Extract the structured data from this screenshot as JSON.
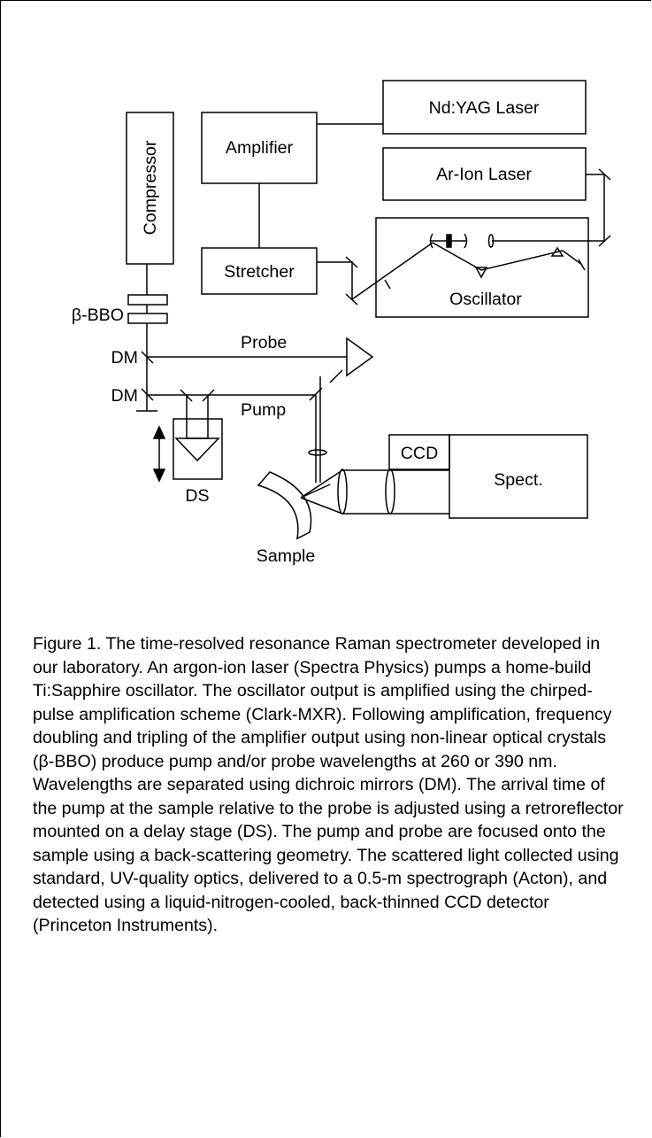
{
  "diagram": {
    "boxes": {
      "nd_yag": "Nd:YAG Laser",
      "ar_ion": "Ar-Ion Laser",
      "amplifier": "Amplifier",
      "compressor": "Compressor",
      "stretcher": "Stretcher",
      "oscillator": "Oscillator",
      "ccd": "CCD",
      "spectrograph": "Spect."
    },
    "labels": {
      "bbo": "β-BBO",
      "dm_1": "DM",
      "dm_2": "DM",
      "probe": "Probe",
      "pump": "Pump",
      "ds": "DS",
      "sample": "Sample"
    }
  },
  "caption": "Figure 1. The time-resolved resonance Raman spectrometer developed in our laboratory. An argon-ion laser (Spectra Physics) pumps a home-build Ti:Sapphire oscillator. The oscillator output is amplified using the chirped-pulse amplification scheme (Clark-MXR). Following amplification, frequency doubling and tripling of the amplifier output using non-linear optical crystals (β-BBO) produce pump and/or probe wavelengths at 260 or 390 nm. Wavelengths are separated using dichroic mirrors (DM). The arrival time of the pump at the sample relative to the probe is adjusted using a retroreflector mounted on a delay stage (DS). The pump and probe are focused onto the sample using a back-scattering geometry. The scattered light collected using standard, UV-quality optics, delivered to a 0.5-m spectrograph (Acton), and detected using a liquid-nitrogen-cooled, back-thinned CCD detector (Princeton Instruments)."
}
